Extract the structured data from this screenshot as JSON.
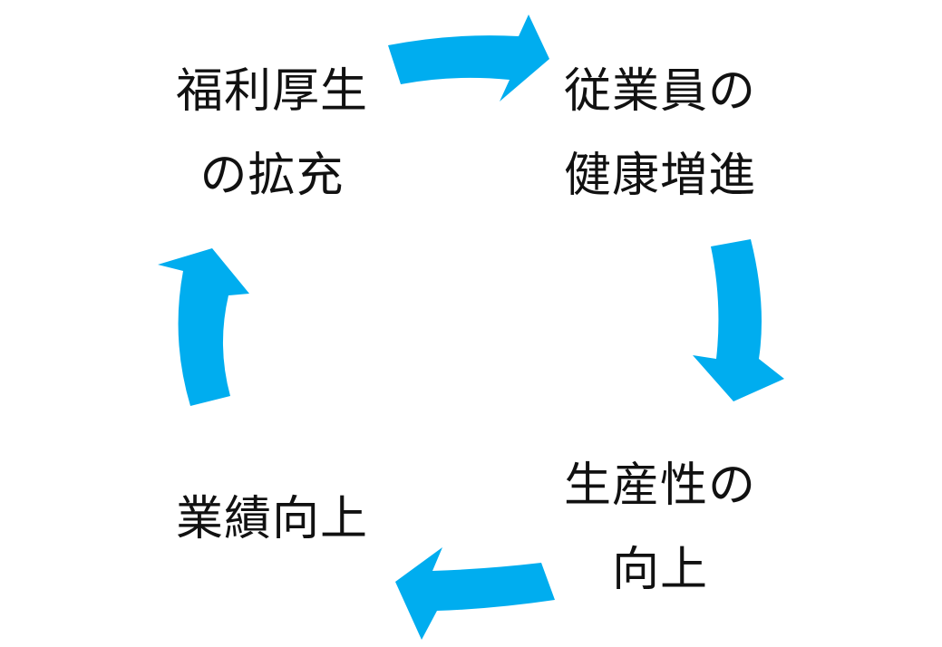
{
  "diagram": {
    "arrow_color": "#00adef",
    "nodes": {
      "welfare": {
        "line1": "福利厚生",
        "line2": "の拡充"
      },
      "health": {
        "line1": "従業員の",
        "line2": "健康増進"
      },
      "productivity": {
        "line1": "生産性の",
        "line2": "向上"
      },
      "performance": {
        "line1": "業績向上"
      }
    }
  }
}
